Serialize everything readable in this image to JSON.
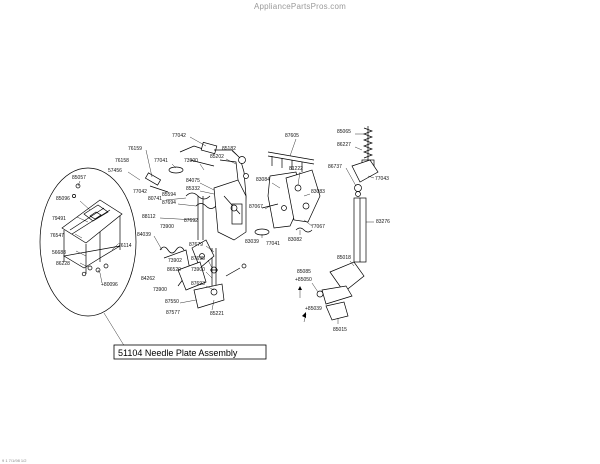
{
  "watermark": "AppliancePartsPros.com",
  "footer": "9 1 7/1/98 1/2",
  "assembly_label": "51104 Needle Plate Assembly",
  "callouts": [
    "77042",
    "85182",
    "76159",
    "77041",
    "73900",
    "85202",
    "76158",
    "57456",
    "84075",
    "80741",
    "77042",
    "85332",
    "85594",
    "87694",
    "87692",
    "88112",
    "84039",
    "73900",
    "87679",
    "87695",
    "73902",
    "86520",
    "73900",
    "84262",
    "87693",
    "87550",
    "73900",
    "87577",
    "85221",
    "87605",
    "81222",
    "83084",
    "83083",
    "87067",
    "83039",
    "77041",
    "77067",
    "83082",
    "85065",
    "86227",
    "86737",
    "77043",
    "83276",
    "85018",
    "85085",
    "+85050",
    "+85039",
    "85015",
    "85057",
    "85096",
    "79491",
    "76547",
    "56688",
    "86228",
    "76114",
    "+80096"
  ]
}
